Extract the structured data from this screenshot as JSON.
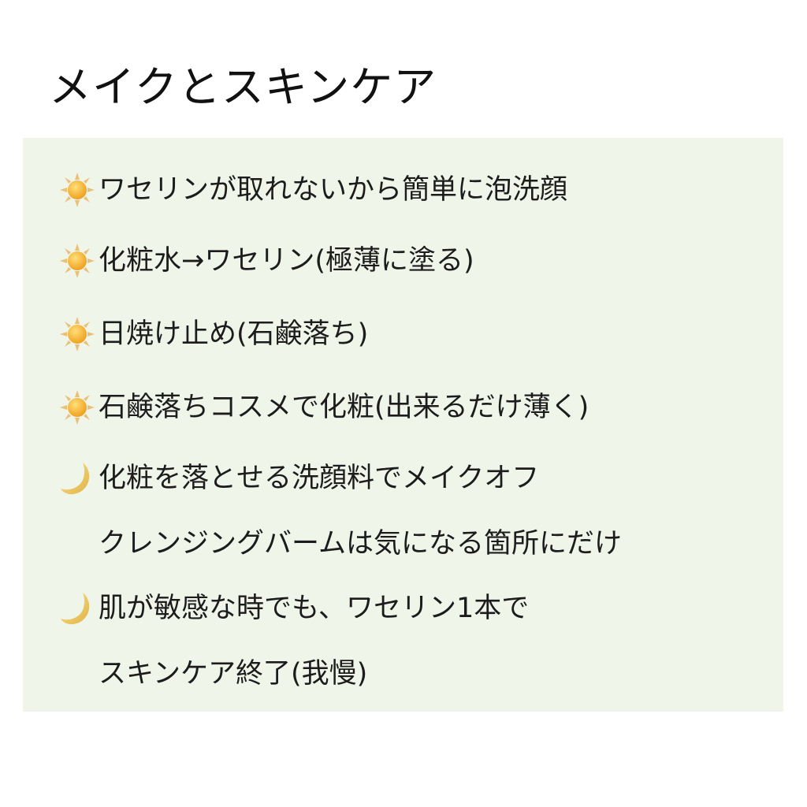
{
  "title": "メイクとスキンケア",
  "colors": {
    "panel_bg": "#f0f5ea",
    "sun": "#f2b632",
    "moon": "#e9c45a"
  },
  "items": [
    {
      "icon": "sun-icon",
      "text": "ワセリンが取れないから簡単に泡洗顔"
    },
    {
      "icon": "sun-icon",
      "text": "化粧水→ワセリン(極薄に塗る)"
    },
    {
      "icon": "sun-icon",
      "text": "日焼け止め(石鹸落ち)"
    },
    {
      "icon": "sun-icon",
      "text": "石鹸落ちコスメで化粧(出来るだけ薄く)"
    },
    {
      "icon": "moon-icon",
      "text": "化粧を落とせる洗顔料でメイクオフ"
    },
    {
      "icon": "",
      "text": "クレンジングバームは気になる箇所にだけ"
    },
    {
      "icon": "moon-icon",
      "text": "肌が敏感な時でも、ワセリン1本で"
    },
    {
      "icon": "",
      "text": "スキンケア終了(我慢)"
    }
  ]
}
